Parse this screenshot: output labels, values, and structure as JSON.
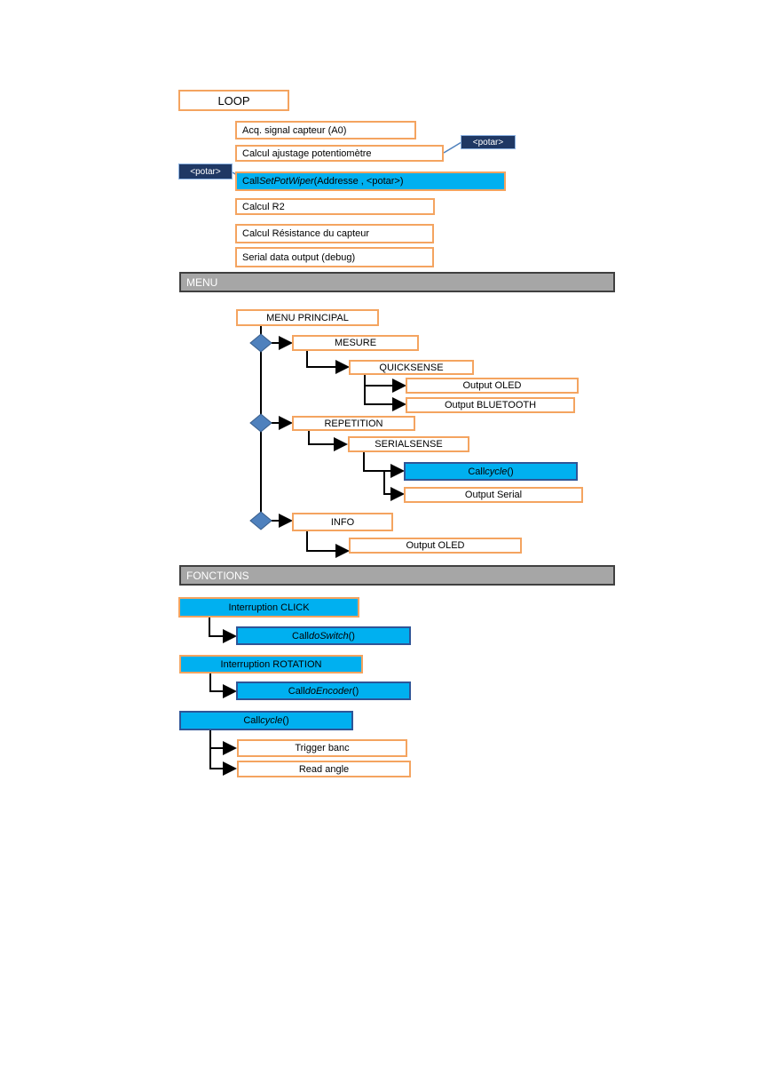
{
  "loop": {
    "title": "LOOP",
    "steps": {
      "acq": "Acq. signal capteur (A0)",
      "calc_pot": "Calcul ajustage potentiomètre",
      "call_prefix": "Call ",
      "call_func": "SetPotWiper",
      "call_args": "(Addresse , <potar>)",
      "calc_r2": "Calcul R2",
      "calc_res": "Calcul Résistance du capteur",
      "serial": "Serial data output (debug)"
    },
    "tag_out": "<potar>",
    "tag_in": "<potar>"
  },
  "menu": {
    "band": "MENU",
    "principal": "MENU PRINCIPAL",
    "mesure": "MESURE",
    "quicksense": "QUICKSENSE",
    "output_oled_1": "Output OLED",
    "output_bluetooth": "Output BLUETOOTH",
    "repetition": "REPETITION",
    "serialsense": "SERIALSENSE",
    "call_prefix": "Call ",
    "call_func": "cycle",
    "call_suffix": "()",
    "output_serial": "Output Serial",
    "info": "INFO",
    "output_oled_2": "Output OLED"
  },
  "fonctions": {
    "band": "FONCTIONS",
    "int_click": "Interruption CLICK",
    "call_prefix_1": "Call ",
    "doswitch": "doSwitch",
    "suffix_1": "()",
    "int_rotation": "Interruption ROTATION",
    "call_prefix_2": "Call ",
    "doencoder": "doEncoder",
    "suffix_2": "()",
    "call_prefix_3": "Call ",
    "cycle": "cycle",
    "suffix_3": "()",
    "trigger": "Trigger banc",
    "read_angle": "Read angle"
  },
  "colors": {
    "orange_border": "#f4a460",
    "blue_fill": "#00b0f0",
    "navy_tag": "#1f3864",
    "band_gray": "#a6a6a6",
    "diamond": "#4f81bd"
  }
}
